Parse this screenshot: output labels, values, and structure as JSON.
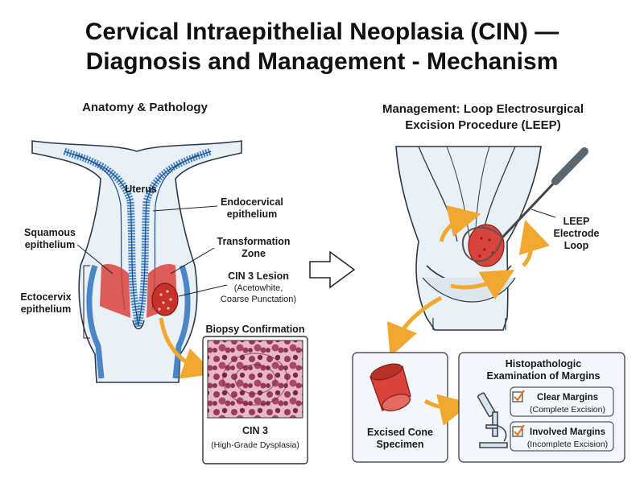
{
  "title_line1": "Cervical Intraepithelial Neoplasia (CIN) —",
  "title_line2": "Diagnosis and Management - Mechanism",
  "left": {
    "heading": "Anatomy & Pathology",
    "uterus": "Uterus",
    "endocervical_1": "Endocervical",
    "endocervical_2": "epithelium",
    "squamous_1": "Squamous",
    "squamous_2": "epithelium",
    "transformation_1": "Transformation",
    "transformation_2": "Zone",
    "cin3_lesion": "CIN 3 Lesion",
    "cin3_sub1": "(Acetowhite,",
    "cin3_sub2": "Coarse Punctation)",
    "ectocervix_1": "Ectocervix",
    "ectocervix_2": "epithelium",
    "biopsy_heading": "Biopsy Confirmation",
    "biopsy_label": "CIN 3",
    "biopsy_sub": "(High-Grade Dysplasia)"
  },
  "right": {
    "heading_1": "Management: Loop Electrosurgical",
    "heading_2": "Excision Procedure (LEEP)",
    "leep_1": "LEEP",
    "leep_2": "Electrode",
    "leep_3": "Loop",
    "cone_1": "Excised Cone",
    "cone_2": "Specimen",
    "histo_1": "Histopathologic",
    "histo_2": "Examination of Margins",
    "clear_title": "Clear Margins",
    "clear_sub": "(Complete Excision)",
    "involved_title": "Involved Margins",
    "involved_sub": "(Incomplete Excision)"
  },
  "colors": {
    "epithelium_blue": "#4a86c5",
    "tissue_fill": "#e9f0f6",
    "lesion_red": "#d9433b",
    "arrow_orange": "#f0a830",
    "histology_purple": "#9c3a5e"
  },
  "icons": [
    "microscope-icon",
    "checkbox-checked-icon",
    "right-arrow-icon"
  ]
}
